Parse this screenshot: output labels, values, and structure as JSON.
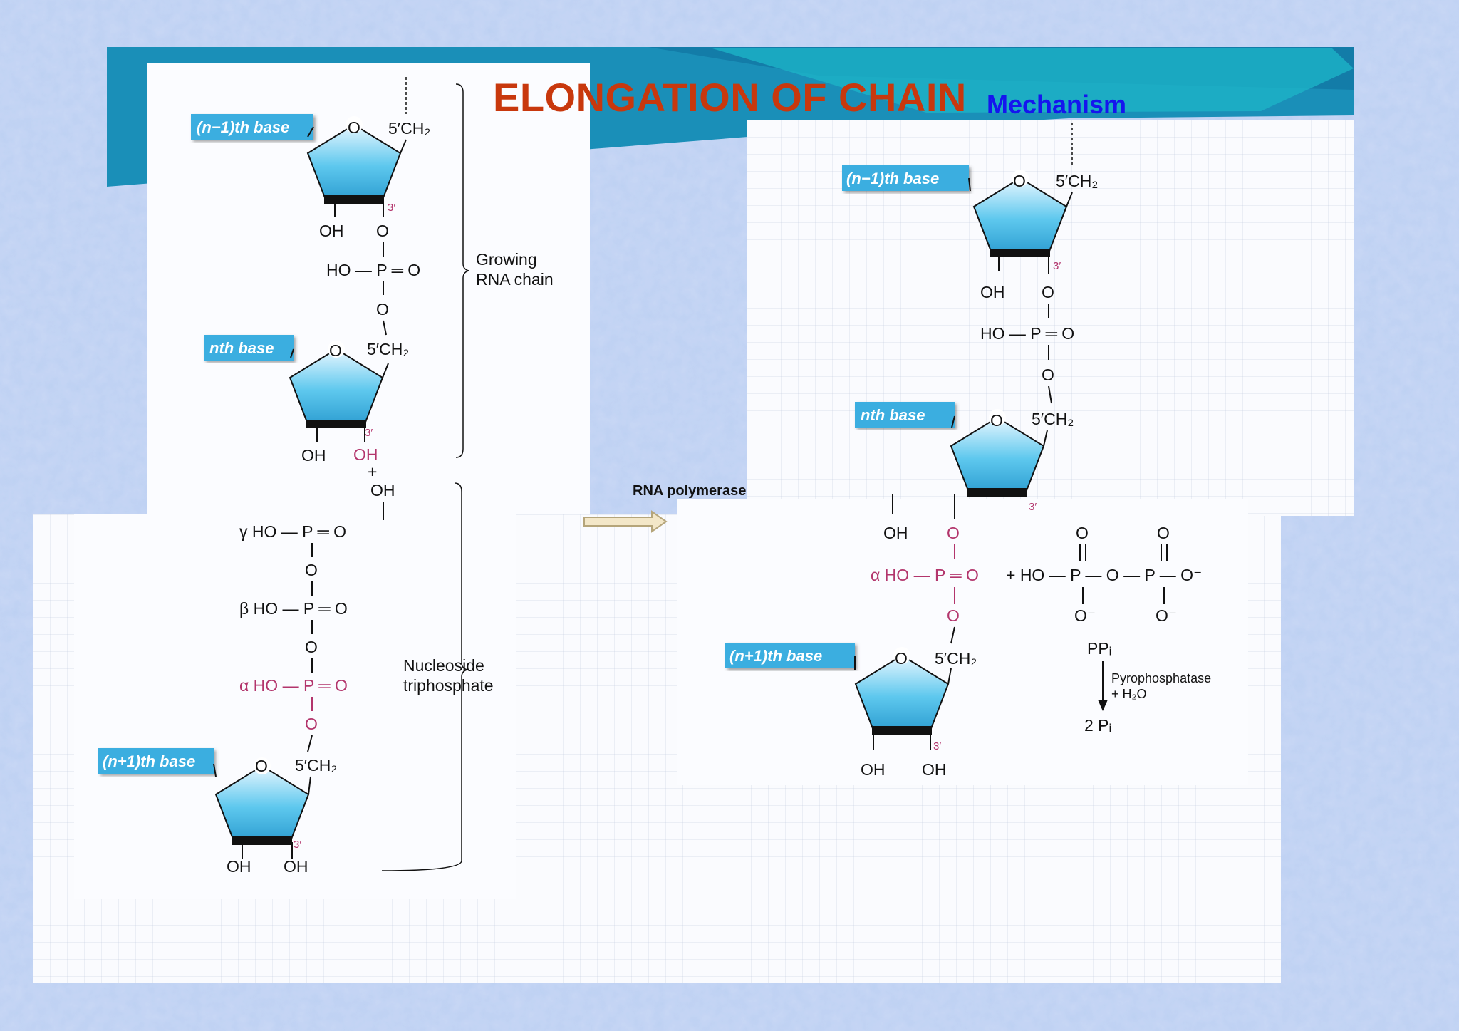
{
  "slide": {
    "title": "ELONGATION OF CHAIN",
    "subtitle": "Mechanism"
  },
  "colors": {
    "title": "#c8380d",
    "subtitle": "#1515ee",
    "sugar": "#5ec8ee",
    "tag_bg": "#3aaee0",
    "alpha_phosphate": "#b3356c",
    "banner": "#1a8fb8"
  },
  "left": {
    "growing_chain_label": [
      "Growing",
      "RNA chain"
    ],
    "ntp_label": [
      "Nucleoside",
      "triphosphate"
    ],
    "base_n_minus_1": "(n−1)th base",
    "base_n": "nth base",
    "base_n_plus_1": "(n+1)th base",
    "ch2": "5′CH₂",
    "three_prime": "3′",
    "o": "O",
    "oh": "OH",
    "plus": "+",
    "ho_p_o": "HO — P ═ O",
    "gamma": "γ HO — P ═ O",
    "beta": "β HO — P ═ O",
    "alpha": "α HO — P ═ O"
  },
  "middle": {
    "enzyme": "RNA polymerase"
  },
  "right": {
    "base_n_minus_1": "(n−1)th base",
    "base_n": "nth base",
    "base_n_plus_1": "(n+1)th base",
    "alpha_row": "α HO — P ═ O",
    "plus_pp": "+ HO — P — O — P — O⁻",
    "o_minus": "O⁻",
    "o_dbl": "O",
    "ppi": "PPᵢ",
    "enzyme2": "Pyrophosphatase",
    "water": "+ H₂O",
    "product": "2 Pᵢ"
  }
}
